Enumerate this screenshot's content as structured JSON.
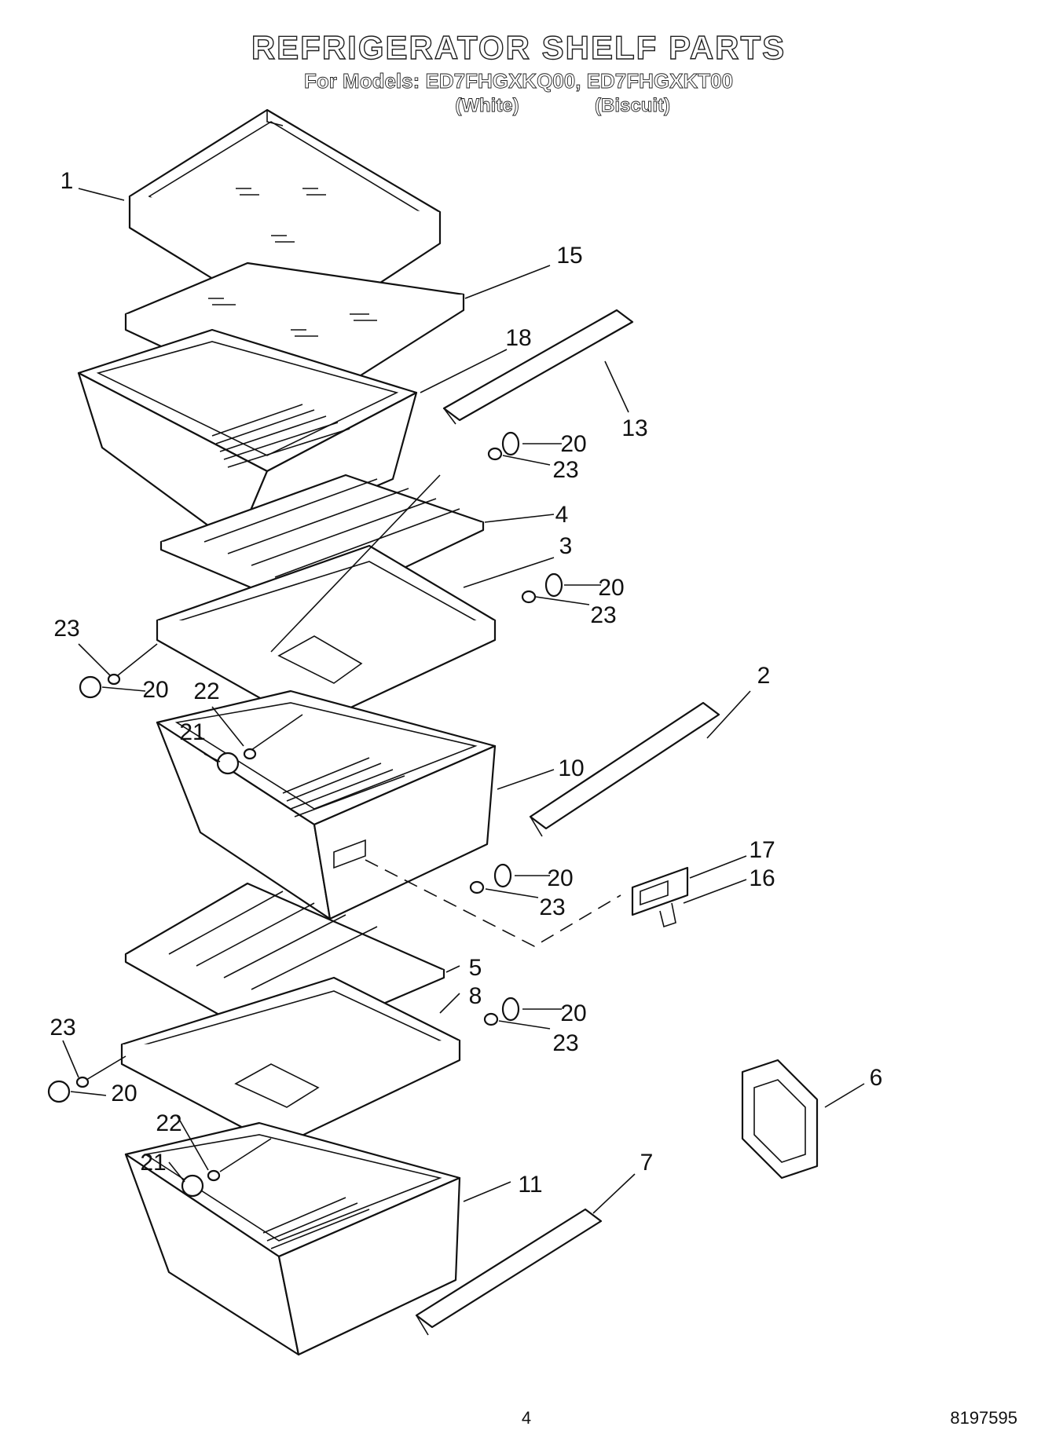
{
  "header": {
    "title": "REFRIGERATOR SHELF PARTS",
    "models_line": "For Models: ED7FHGXKQ00, ED7FHGXKT00",
    "variant_white": "(White)",
    "variant_biscuit": "(Biscuit)"
  },
  "callouts": {
    "c1": "1",
    "c15": "15",
    "c18": "18",
    "c13": "13",
    "c20a": "20",
    "c23a": "23",
    "c4": "4",
    "c3": "3",
    "c20b": "20",
    "c23b": "23",
    "c23c": "23",
    "c20c": "20",
    "c22a": "22",
    "c21a": "21",
    "c2": "2",
    "c10": "10",
    "c17": "17",
    "c16": "16",
    "c20d": "20",
    "c23d": "23",
    "c5": "5",
    "c8": "8",
    "c20e": "20",
    "c23e": "23",
    "c23f": "23",
    "c20f": "20",
    "c6": "6",
    "c22b": "22",
    "c21b": "21",
    "c7": "7",
    "c11": "11"
  },
  "footer": {
    "page_number": "4",
    "doc_number": "8197595"
  }
}
